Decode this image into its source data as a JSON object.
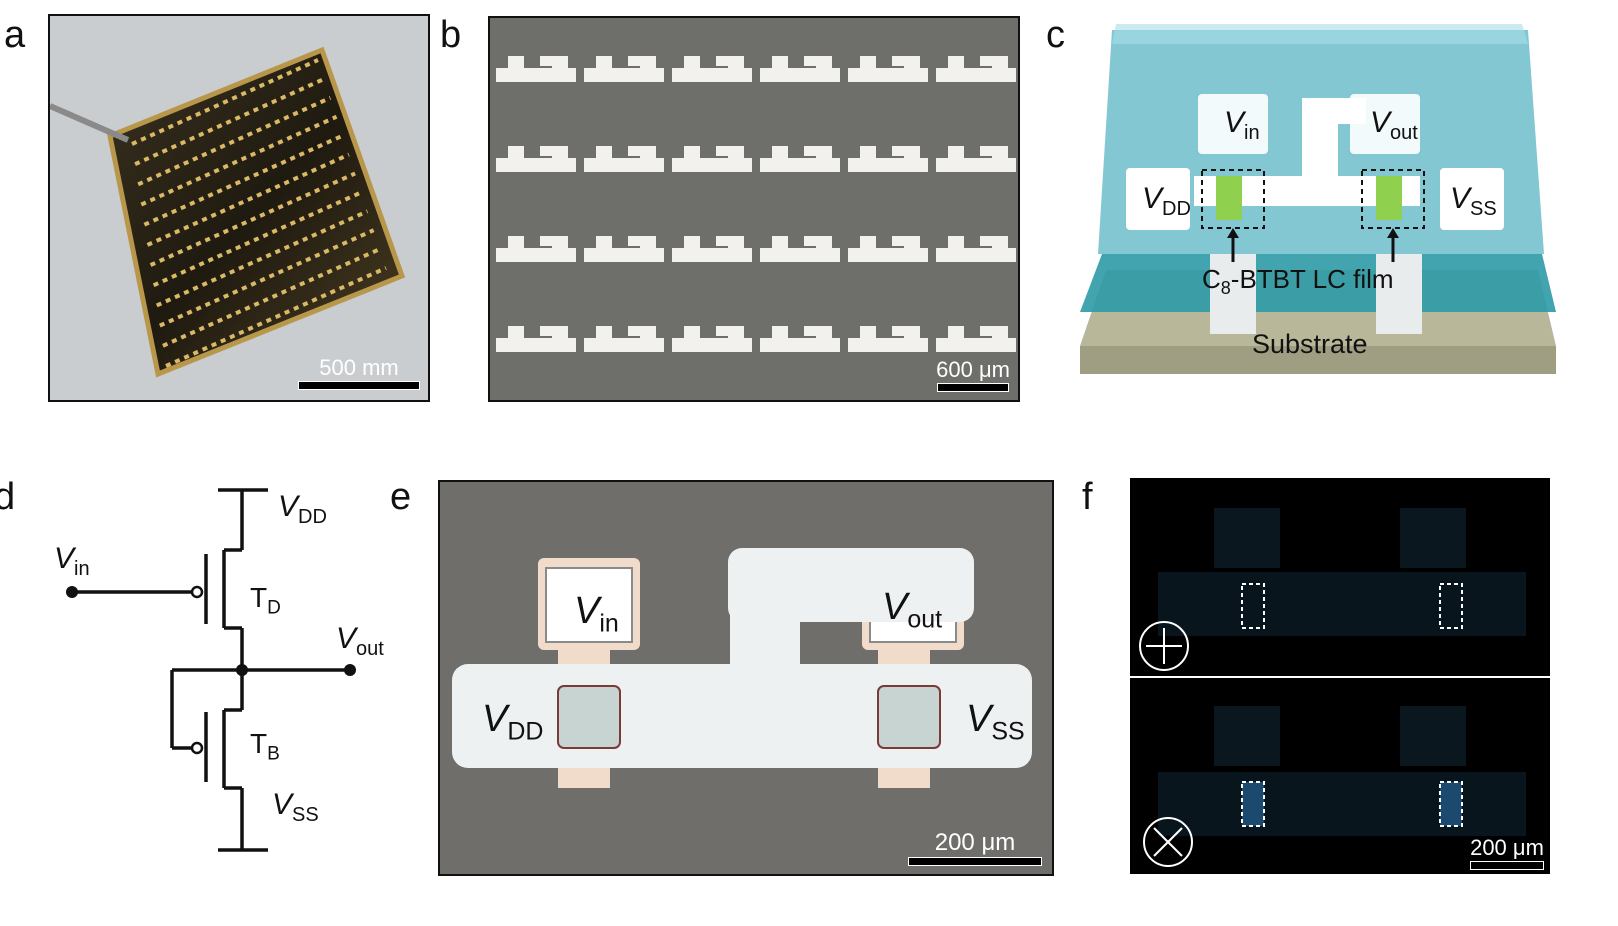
{
  "panels": {
    "a": {
      "letter": "a",
      "scale_bar": "500 mm"
    },
    "b": {
      "letter": "b",
      "scale_bar": "600 μm"
    },
    "c": {
      "letter": "c",
      "vin": "V",
      "vin_sub": "in",
      "vout": "V",
      "vout_sub": "out",
      "vdd": "V",
      "vdd_sub": "DD",
      "vss": "V",
      "vss_sub": "SS",
      "film_label_pre": "C",
      "film_label_sub": "8",
      "film_label_post": "-BTBT LC film",
      "substrate": "Substrate"
    },
    "d": {
      "letter": "d",
      "vdd": "V",
      "vdd_sub": "DD",
      "vin": "V",
      "vin_sub": "in",
      "td": "T",
      "td_sub": "D",
      "vout": "V",
      "vout_sub": "out",
      "tb": "T",
      "tb_sub": "B",
      "vss": "V",
      "vss_sub": "SS"
    },
    "e": {
      "letter": "e",
      "vin": "V",
      "vin_sub": "in",
      "vout": "V",
      "vout_sub": "out",
      "vdd": "V",
      "vdd_sub": "DD",
      "vss": "V",
      "vss_sub": "SS",
      "scale_bar": "200 μm"
    },
    "f": {
      "letter": "f",
      "scale_bar": "200 μm"
    }
  },
  "colors": {
    "cyan_layer": "#4aa8b8",
    "substrate": "#b9b79a",
    "electrode": "#ffffff",
    "film": "#8fd14f",
    "micro_bg": "#6e6e6a",
    "dark_bg": "#000000"
  }
}
